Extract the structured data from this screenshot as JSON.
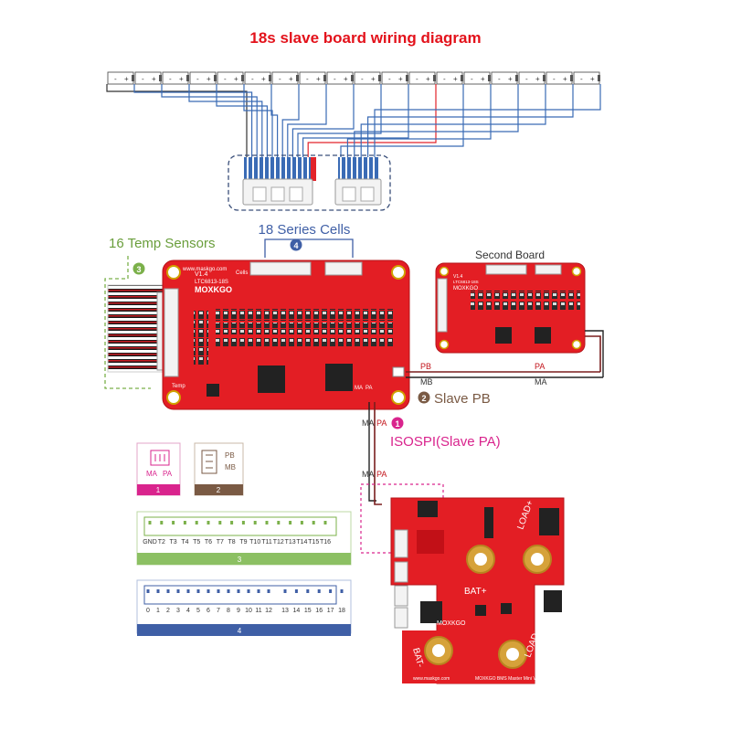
{
  "title": "18s slave board wiring diagram",
  "labels": {
    "series_cells": "18 Series Cells",
    "temp_sensors": "16 Temp Sensors",
    "second_board": "Second Board",
    "slave_pb": "Slave PB",
    "isospi": "ISOSPI(Slave PA)",
    "num_1": "1",
    "num_2": "2",
    "num_3": "3",
    "num_4": "4",
    "cell_minus": "-",
    "cell_plus": "+"
  },
  "main_board": {
    "version": "V1.4",
    "chip": "LTC6813-18S",
    "brand": "MOXKGO",
    "url": "www.maskgo.com",
    "cells_label": "Cells",
    "temp_label": "Temp",
    "pa": "PA",
    "ma": "MA"
  },
  "second_board": {
    "version": "V1.4",
    "chip": "LTC6813-18S",
    "brand": "MOXKGO"
  },
  "wires": {
    "pb": "PB",
    "mb": "MB",
    "pa": "PA",
    "ma": "MA"
  },
  "master_board": {
    "brand": "MOXKGO",
    "bat_plus": "BAT+",
    "load_plus": "LOAD+",
    "bat_minus": "BAT-",
    "load_minus": "LOAD-",
    "url": "www.maskgo.com",
    "footer": "MOXKGO BMS Master Mini V1.4"
  },
  "legend": {
    "box1": {
      "ma": "MA",
      "pa": "PA",
      "num": "1",
      "color": "#d9248d"
    },
    "box2": {
      "pb": "PB",
      "mb": "MB",
      "num": "2",
      "color": "#8b6a4f"
    },
    "box3": {
      "num": "3",
      "color": "#8cc063",
      "pins": [
        "GND",
        "T2",
        "T3",
        "T4",
        "T5",
        "T6",
        "T7",
        "T8",
        "T9",
        "T10",
        "T11",
        "T12",
        "T13",
        "T14",
        "T15",
        "T16"
      ]
    },
    "box4": {
      "num": "4",
      "color": "#3f5fa6",
      "pins_a": [
        "0",
        "1",
        "2",
        "3",
        "4",
        "5",
        "6",
        "7",
        "8",
        "9",
        "10",
        "11",
        "12"
      ],
      "pins_b": [
        "13",
        "14",
        "15",
        "16",
        "17",
        "18"
      ]
    }
  },
  "colors": {
    "title": "#e3121b",
    "pcb": "#e31e24",
    "wire_blue": "#3a6bb5",
    "wire_red": "#e2232a",
    "green": "#7bb04a",
    "magenta": "#d9248d",
    "brown": "#7a5a44",
    "navy": "#3f5fa6"
  }
}
